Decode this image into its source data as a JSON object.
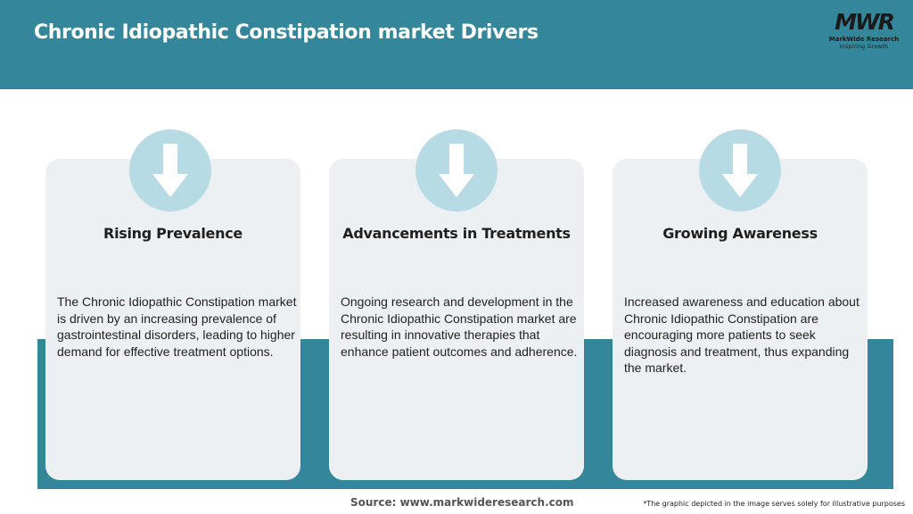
{
  "header": {
    "title": "Chronic Idiopathic Constipation market Drivers",
    "background_color": "#34869b"
  },
  "logo": {
    "mark": "MWR",
    "name": "MarkWide Research",
    "tagline": "Inspiring Growth"
  },
  "cards": [
    {
      "icon": "arrow-down-icon",
      "title": "Rising Prevalence",
      "text": "The Chronic Idiopathic Constipation market is driven by an increasing prevalence of gastrointestinal disorders, leading to higher demand for effective treatment options."
    },
    {
      "icon": "arrow-down-icon",
      "title": "Advancements in Treatments",
      "text": "Ongoing research and development in the Chronic Idiopathic Constipation market are resulting in innovative therapies that enhance patient outcomes and adherence."
    },
    {
      "icon": "arrow-down-icon",
      "title": "Growing Awareness",
      "text": "Increased awareness and education about Chronic Idiopathic Constipation are encouraging more patients to seek diagnosis and treatment, thus expanding the market."
    }
  ],
  "footer": {
    "source": "Source: www.markwideresearch.com",
    "disclaimer": "*The graphic depicted in the image serves solely for illustrative purposes"
  },
  "colors": {
    "accent": "#34869b",
    "card_bg": "#edf0f2",
    "icon_circle": "#b7dbe5"
  }
}
